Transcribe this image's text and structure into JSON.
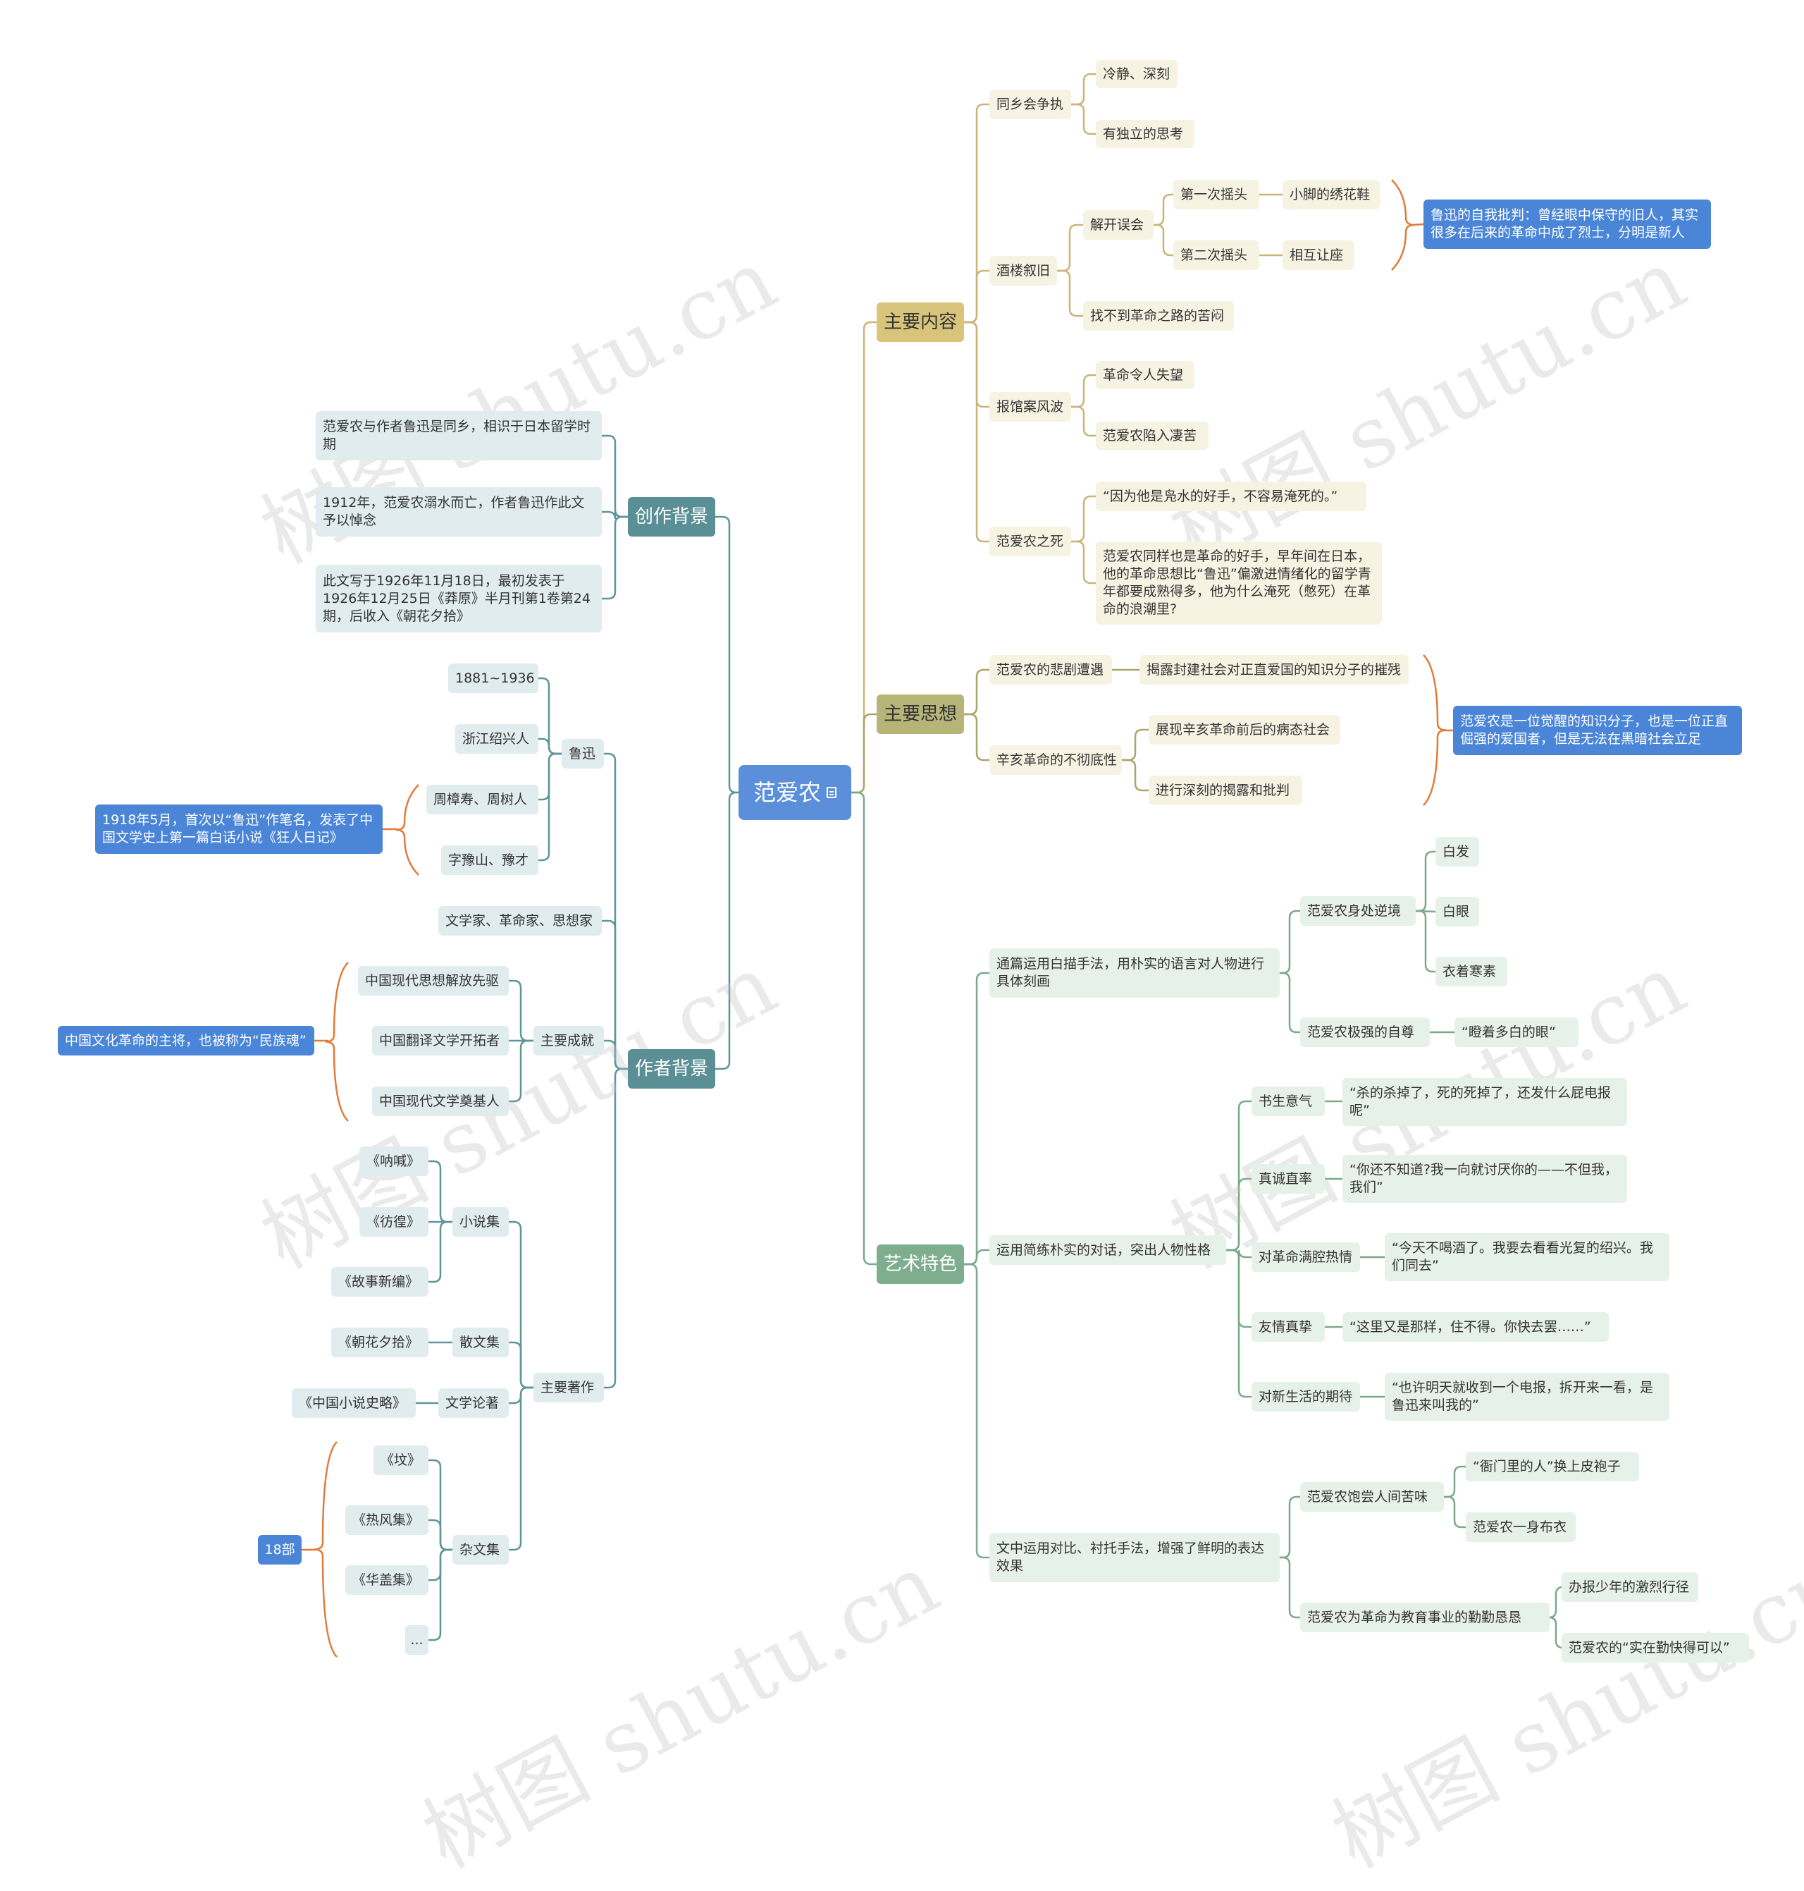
{
  "watermark": "树图 shutu.cn",
  "root": "范爱农",
  "right": {
    "content": {
      "label": "主要内容",
      "n1": {
        "label": "同乡会争执",
        "c1": "冷静、深刻",
        "c2": "有独立的思考"
      },
      "n2": {
        "label": "酒楼叙旧",
        "jie": "解开误会",
        "first": "第一次摇头",
        "first_c": "小脚的绣花鞋",
        "second": "第二次摇头",
        "second_c": "相互让座",
        "find": "找不到革命之路的苦闷",
        "note": "鲁迅的自我批判：曾经眼中保守的旧人，其实很多在后来的革命中成了烈士，分明是新人"
      },
      "n3": {
        "label": "报馆案风波",
        "c1": "革命令人失望",
        "c2": "范爱农陷入凄苦"
      },
      "n4": {
        "label": "范爱农之死",
        "c1": "“因为他是凫水的好手，不容易淹死的。”",
        "c2": "范爱农同样也是革命的好手，早年间在日本，他的革命思想比“鲁迅”偏激进情绪化的留学青年都要成熟得多，他为什么淹死（憋死）在革命的浪潮里?"
      }
    },
    "thought": {
      "label": "主要思想",
      "n1": {
        "label": "范爱农的悲剧遭遇",
        "c1": "揭露封建社会对正直爱国的知识分子的摧残"
      },
      "n2": {
        "label": "辛亥革命的不彻底性",
        "c1": "展现辛亥革命前后的病态社会",
        "c2": "进行深刻的揭露和批判"
      },
      "note": "范爱农是一位觉醒的知识分子，也是一位正直倔强的爱国者，但是无法在黑暗社会立足"
    },
    "art": {
      "label": "艺术特色",
      "s1": {
        "label": "通篇运用白描手法，用朴实的语言对人物进行具体刻画",
        "a": "范爱农身处逆境",
        "a1": "白发",
        "a2": "白眼",
        "a3": "衣着寒素",
        "b": "范爱农极强的自尊",
        "b1": "“瞪着多白的眼”"
      },
      "s2": {
        "label": "运用简练朴实的对话，突出人物性格",
        "items": [
          {
            "k": "书生意气",
            "v": "“杀的杀掉了，死的死掉了，还发什么屁电报呢”"
          },
          {
            "k": "真诚直率",
            "v": "“你还不知道?我一向就讨厌你的——不但我，我们”"
          },
          {
            "k": "对革命满腔热情",
            "v": "“今天不喝酒了。我要去看看光复的绍兴。我们同去”"
          },
          {
            "k": "友情真挚",
            "v": "“这里又是那样，住不得。你快去罢……”"
          },
          {
            "k": "对新生活的期待",
            "v": "“也许明天就收到一个电报，拆开来一看，是鲁迅来叫我的”"
          }
        ]
      },
      "s3": {
        "label": "文中运用对比、衬托手法，增强了鲜明的表达效果",
        "a": "范爱农饱尝人间苦味",
        "a1": "“衙门里的人”换上皮袍子",
        "a2": "范爱农一身布衣",
        "b": "范爱农为革命为教育事业的勤勤恳恳",
        "b1": "办报少年的激烈行径",
        "b2": "范爱农的“实在勤快得可以”"
      }
    }
  },
  "left": {
    "bg": {
      "label": "创作背景",
      "c1": "范爱农与作者鲁迅是同乡，相识于日本留学时期",
      "c2": "1912年，范爱农溺水而亡，作者鲁迅作此文予以悼念",
      "c3": "此文写于1926年11月18日，最初发表于1926年12月25日《莽原》半月刊第1卷第24期，后收入《朝花夕拾》"
    },
    "author": {
      "label": "作者背景",
      "luxun": {
        "label": "鲁迅",
        "c1": "1881~1936",
        "c2": "浙江绍兴人",
        "c3": "周樟寿、周树人",
        "c4": "字豫山、豫才",
        "note": "1918年5月，首次以“鲁迅”作笔名，发表了中国文学史上第一篇白话小说《狂人日记》"
      },
      "role": "文学家、革命家、思想家",
      "achieve": {
        "label": "主要成就",
        "c1": "中国现代思想解放先驱",
        "c2": "中国翻译文学开拓者",
        "c3": "中国现代文学奠基人",
        "note": "中国文化革命的主将，也被称为“民族魂”"
      },
      "works": {
        "label": "主要著作",
        "novel": {
          "label": "小说集",
          "c1": "《呐喊》",
          "c2": "《彷徨》",
          "c3": "《故事新编》"
        },
        "prose": {
          "label": "散文集",
          "c1": "《朝花夕拾》"
        },
        "theory": {
          "label": "文学论著",
          "c1": "《中国小说史略》"
        },
        "essay": {
          "label": "杂文集",
          "c1": "《坟》",
          "c2": "《热风集》",
          "c3": "《华盖集》",
          "c4": "...",
          "note": "18部"
        }
      }
    }
  }
}
